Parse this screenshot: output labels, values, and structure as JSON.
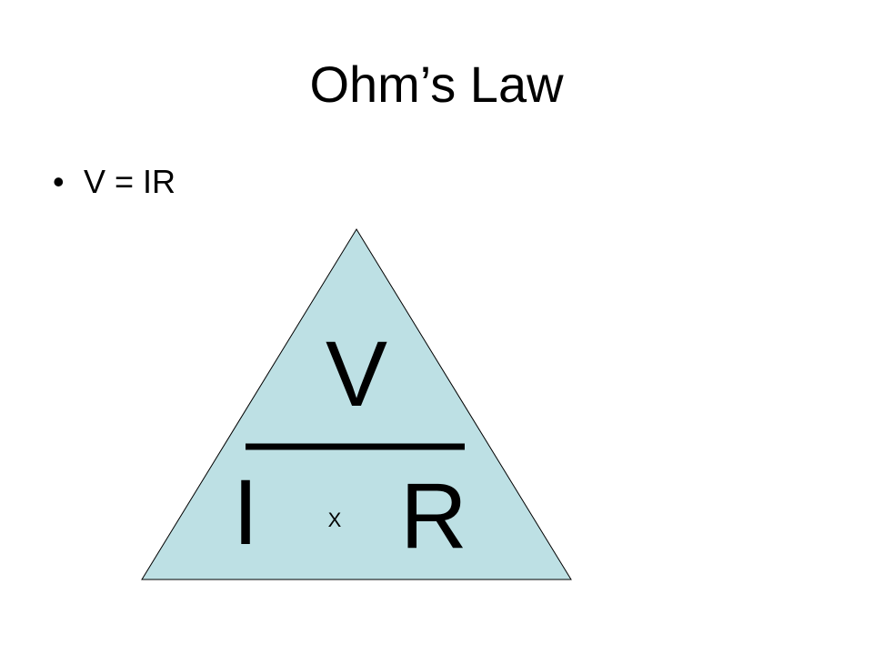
{
  "slide": {
    "title": "Ohm’s Law",
    "bullets": [
      {
        "text": "V = IR"
      }
    ]
  },
  "triangle": {
    "top_label": "V",
    "bottom_left_label": "I",
    "bottom_right_label": "R",
    "operator_label": "X",
    "fill_color": "#bde0e4",
    "stroke_color": "#000000"
  }
}
